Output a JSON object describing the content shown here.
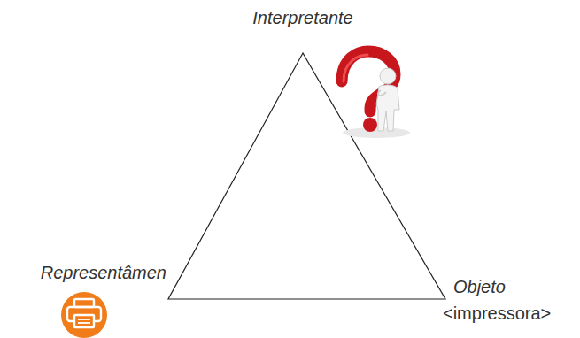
{
  "diagram": {
    "labels": [
      "Interpretante",
      "Representâmen",
      "Objeto",
      "<impressora>"
    ]
  }
}
